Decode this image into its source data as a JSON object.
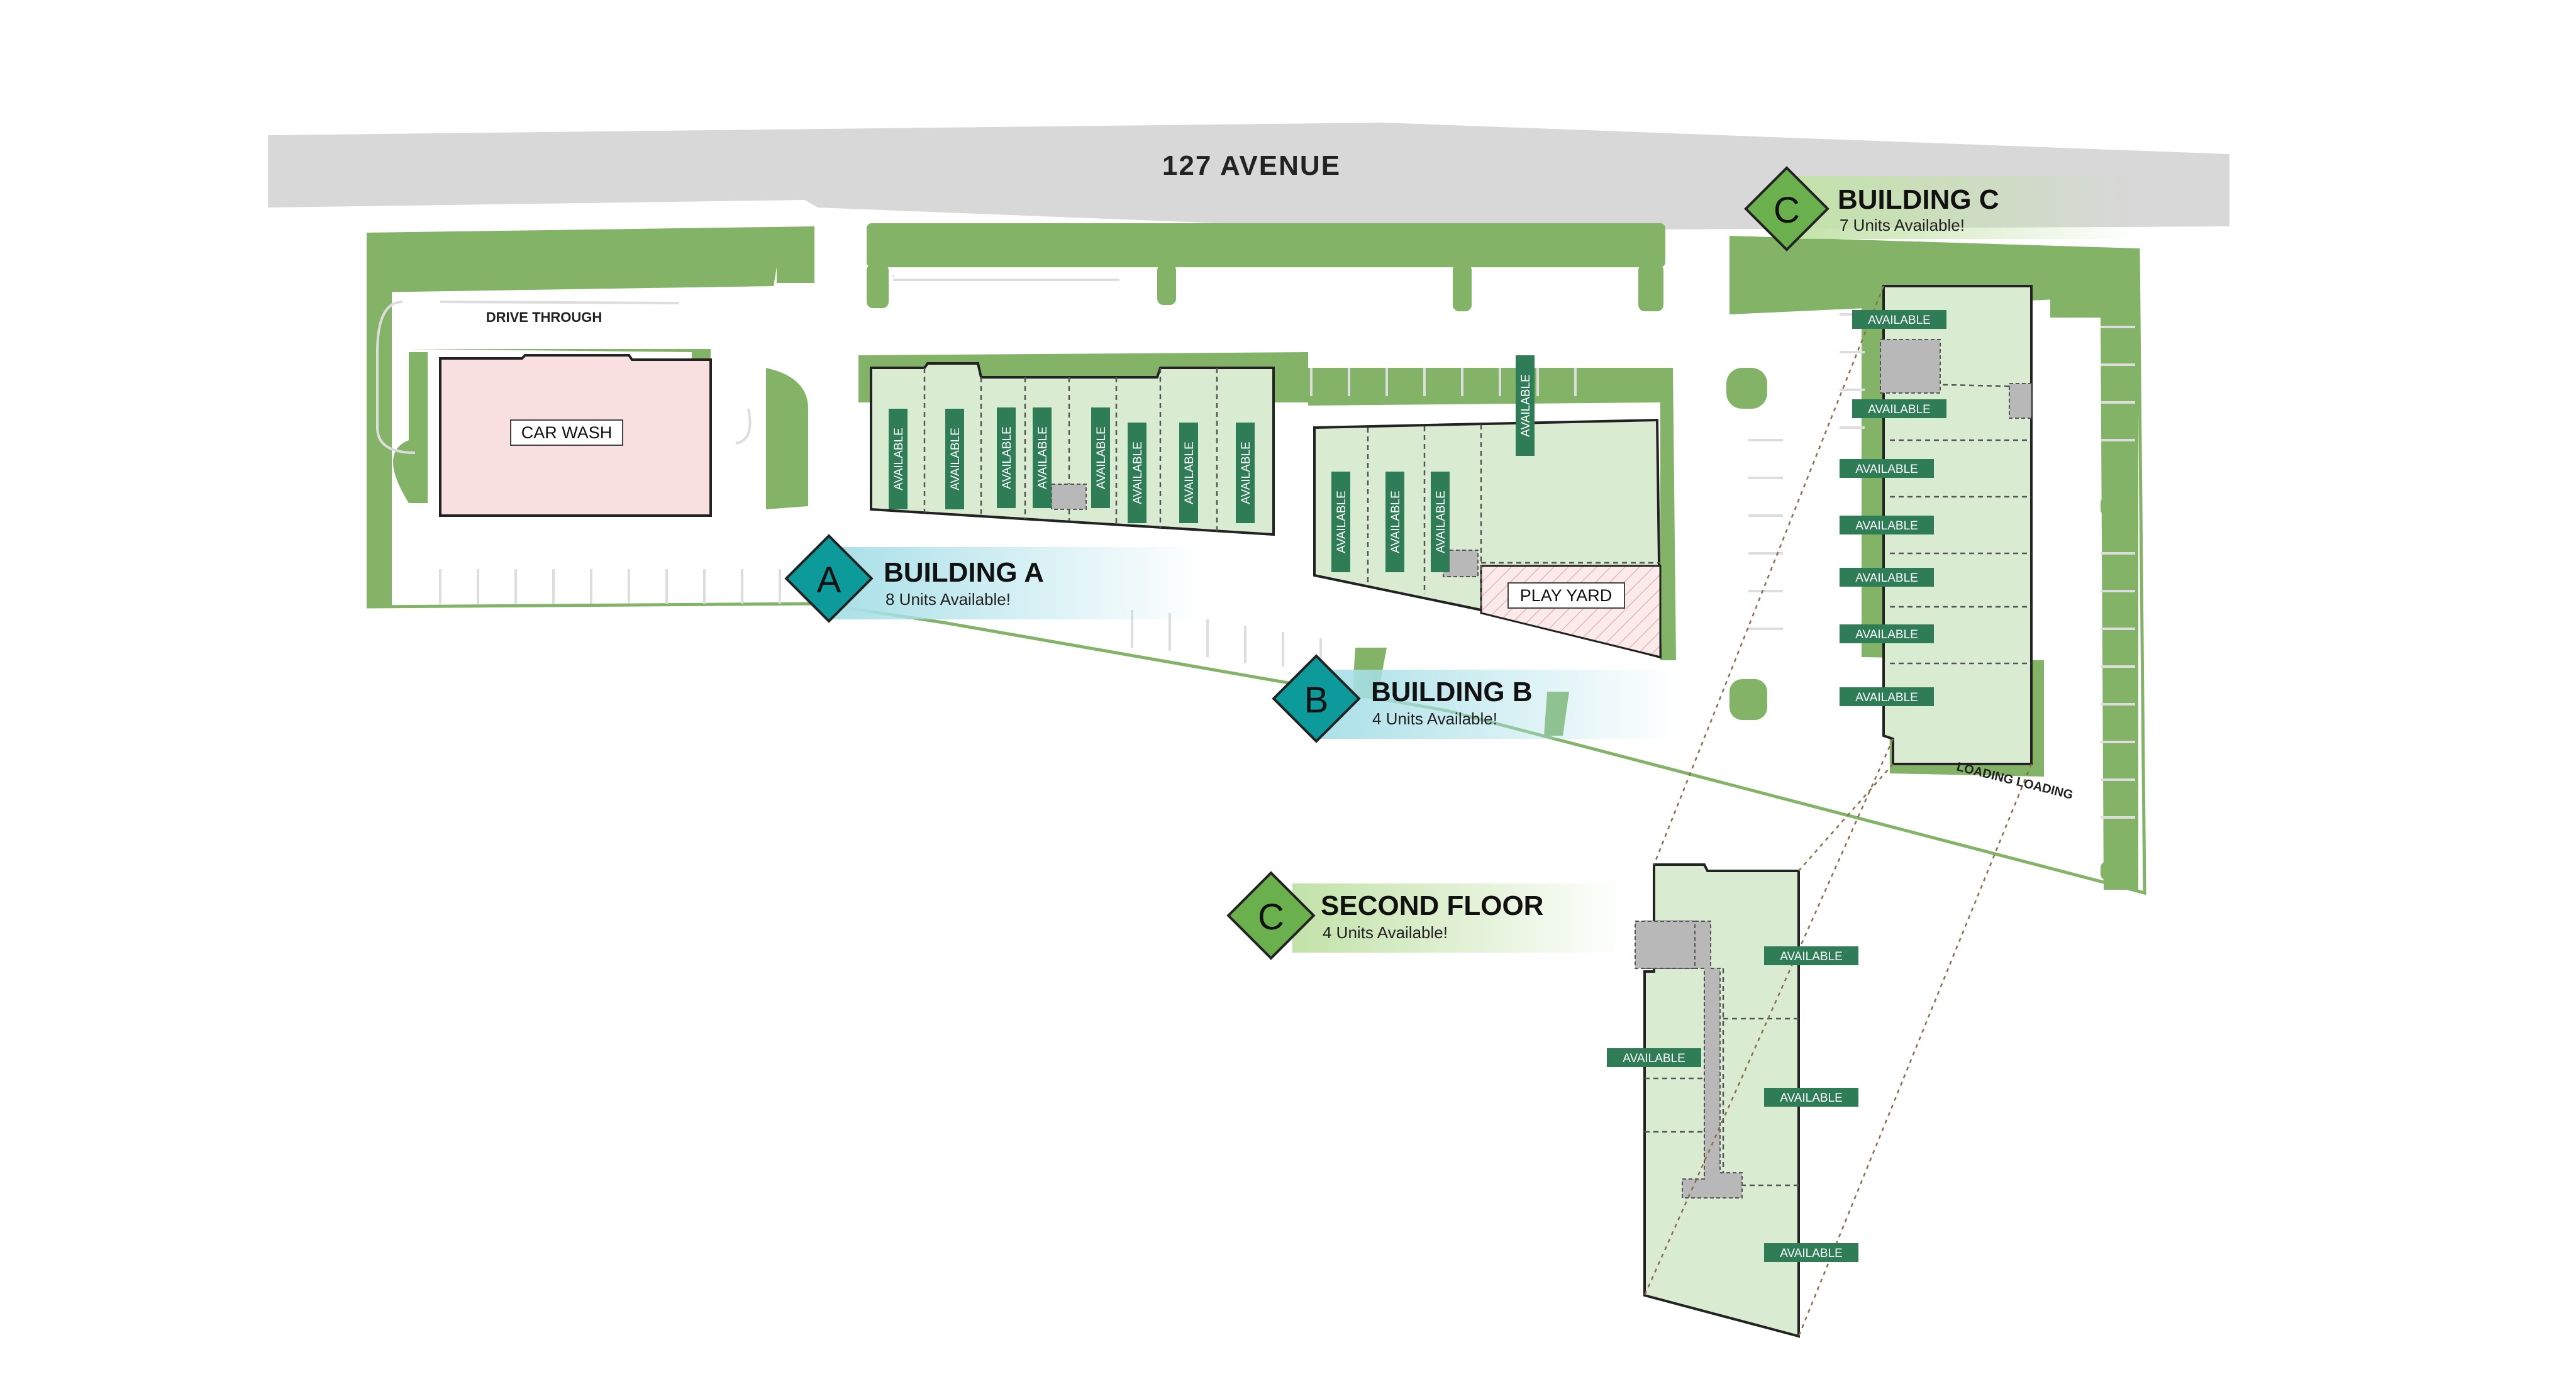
{
  "road": {
    "name": "127 AVENUE"
  },
  "site_labels": {
    "drive_through": "DRIVE THROUGH",
    "car_wash": "CAR WASH",
    "play_yard": "PLAY YARD",
    "loading": "LOADING LOADING"
  },
  "unit_label": "AVAILABLE",
  "callouts": {
    "building_a": {
      "badge": "A",
      "title": "BUILDING A",
      "subtitle": "8 Units Available!"
    },
    "building_b": {
      "badge": "B",
      "title": "BUILDING B",
      "subtitle": "4 Units Available!"
    },
    "building_c": {
      "badge": "C",
      "title": "BUILDING C",
      "subtitle": "7 Units Available!"
    },
    "second_floor": {
      "badge": "C",
      "title": "SECOND FLOOR",
      "subtitle": "4 Units Available!"
    }
  },
  "colors": {
    "road": "#d9d9d9",
    "landscape": "#82b366",
    "unit_fill": "#d9ecd1",
    "car_wash": "#f8e0e0",
    "tag_green": "#2f7d57",
    "teal_badge": "#0d9a9a",
    "teal_banner": "#bfe9ef",
    "green_badge": "#6ab04c",
    "green_banner": "#c9e6b4",
    "core_gray": "#b8b8b8"
  }
}
